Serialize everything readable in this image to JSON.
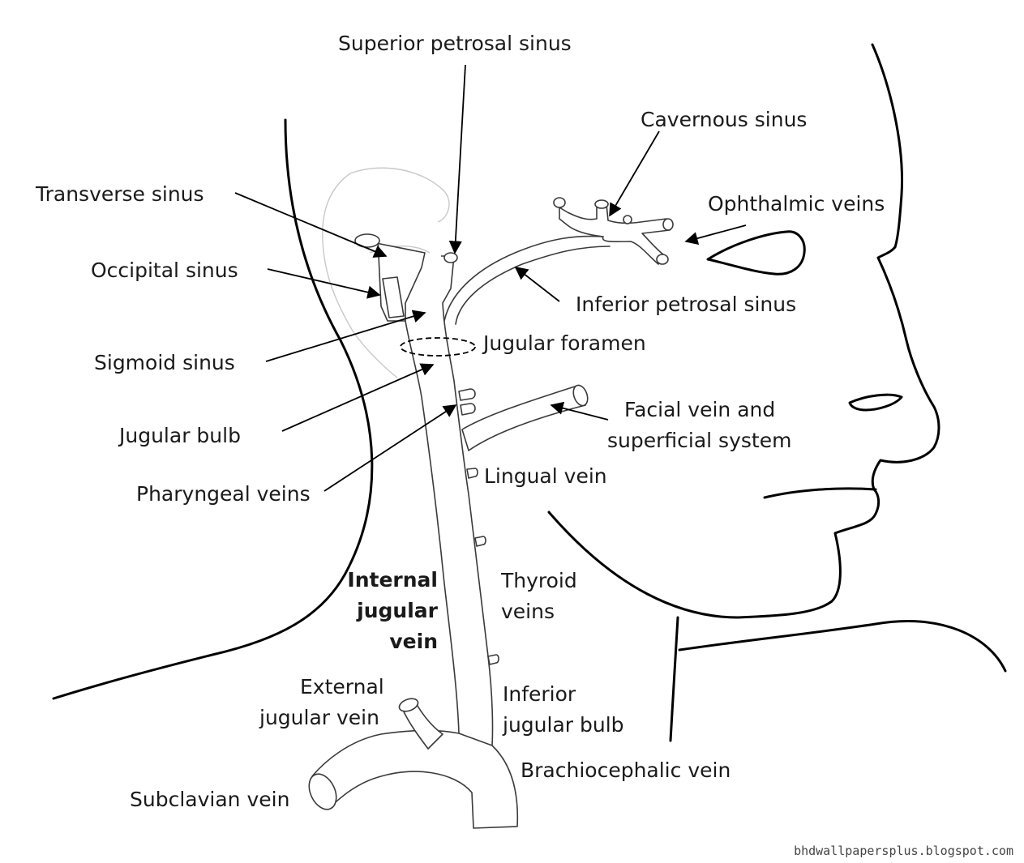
{
  "labels": {
    "superior_petrosal_sinus": "Superior petrosal sinus",
    "cavernous_sinus": "Cavernous sinus",
    "transverse_sinus": "Transverse sinus",
    "ophthalmic_veins": "Ophthalmic veins",
    "occipital_sinus": "Occipital sinus",
    "inferior_petrosal_sinus": "Inferior petrosal sinus",
    "sigmoid_sinus": "Sigmoid sinus",
    "jugular_foramen": "Jugular foramen",
    "jugular_bulb": "Jugular bulb",
    "facial_vein_line1": "Facial vein and",
    "facial_vein_line2": "superficial system",
    "pharyngeal_veins": "Pharyngeal veins",
    "lingual_vein": "Lingual vein",
    "internal_jugular_line1": "Internal",
    "internal_jugular_line2": "jugular",
    "internal_jugular_line3": "vein",
    "thyroid_line1": "Thyroid",
    "thyroid_line2": "veins",
    "external_jugular_line1": "External",
    "external_jugular_line2": "jugular vein",
    "inferior_bulb_line1": "Inferior",
    "inferior_bulb_line2": "jugular bulb",
    "brachiocephalic_vein": "Brachiocephalic vein",
    "subclavian_vein": "Subclavian vein"
  },
  "watermark": "bhdwallpapersplus.blogspot.com"
}
